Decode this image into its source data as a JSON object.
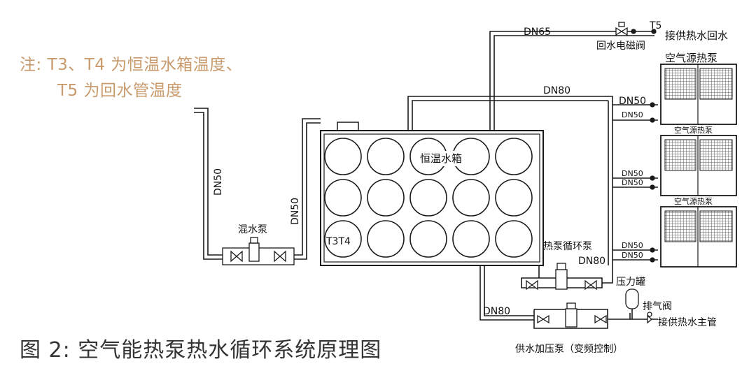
{
  "note": {
    "line1": "注: T3、T4 为恒温水箱温度、",
    "line2": "T5 为回水管温度",
    "color": "#c89a6c"
  },
  "caption": "图 2: 空气能热泵热水循环系统原理图",
  "labels": {
    "dn65": "DN65",
    "t5": "T5",
    "return_connection": "接供热水回水",
    "return_solenoid": "回水电磁阀",
    "hp_top": "空气源热泵",
    "hp_mid": "空气源热泵",
    "hp_bot": "空气源热泵",
    "dn80_top": "DN80",
    "dn50_a1": "DN50",
    "dn50_a2": "DN50",
    "dn50_b1": "DN50",
    "dn50_b2": "DN50",
    "dn50_c1": "DN50",
    "dn50_c2": "DN50",
    "tank": "恒温水箱",
    "t3t4": "T3T4",
    "dn50_left": "DN50",
    "dn50_mid": "DN50",
    "mixing_pump": "混水泵",
    "hp_circ_pump": "热泵循环泵",
    "dn80_circ": "DN80",
    "pressure_tank": "压力罐",
    "exhaust_valve": "排气阀",
    "supply_main": "接供热水主管",
    "dn80_bottom": "DN80",
    "booster_pump": "供水加压泵（变频控制）"
  },
  "colors": {
    "line": "#1a1a1a",
    "grid_fill": "#555555",
    "background": "#ffffff"
  }
}
